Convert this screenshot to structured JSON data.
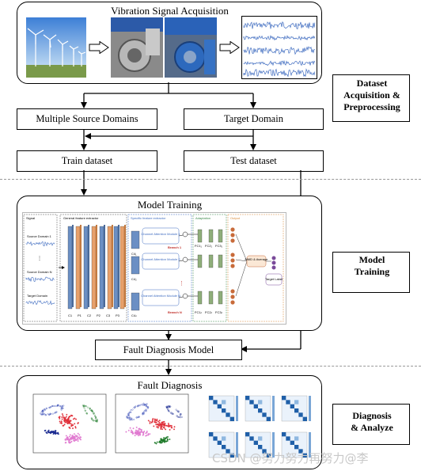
{
  "stage1": {
    "title": "Vibration Signal Acquisition",
    "side_label": [
      "Dataset",
      "Acquisition &",
      "Preprocessing"
    ],
    "source_domains": "Multiple Source Domains",
    "target_domain": "Target Domain",
    "train_dataset": "Train dataset",
    "test_dataset": "Test dataset"
  },
  "stage2": {
    "title": "Model Training",
    "side_label": [
      "Model",
      "Training"
    ],
    "fault_model": "Fault Diagnosis Model",
    "network": {
      "signal_label": "Signal",
      "source1": "Source Domain 1",
      "sourceN": "Source Domain N",
      "target": "Target Domain",
      "general_extractor": "General feature extractor",
      "specific_extractor": "Specific feature extractor",
      "adaptation": "Adaptation",
      "output": "Output",
      "layers": [
        "C1",
        "P1",
        "C2",
        "P2",
        "C3",
        "P3"
      ],
      "cam1": "Channel Attention Module 1",
      "cam2": "Channel Attention Module 2",
      "camN": "Channel Attention Module N",
      "branch1": "Branch 1",
      "branchN": "Branch N",
      "c4_1": "C4₁",
      "c4_2": "C4₂",
      "c4_n": "C4ₙ",
      "fc1": "FC1₁",
      "fc2": "FC2₁",
      "fc3": "FC3₁",
      "fc1n": "FC1ₙ",
      "fc2n": "FC2ₙ",
      "fc3n": "FC3ₙ",
      "mmd": "MMD & Average",
      "target_label": "Target Label"
    }
  },
  "stage3": {
    "title": "Fault Diagnosis",
    "side_label": [
      "Diagnosis",
      "& Analyze"
    ]
  },
  "watermark": "CSDN @努力努力再努力@李",
  "colors": {
    "conv": "#6b8fc4",
    "pool": "#e8a06a",
    "fc": "#8fae7a",
    "output_node": "#c86b3a",
    "signal": "#3f6cc0"
  }
}
